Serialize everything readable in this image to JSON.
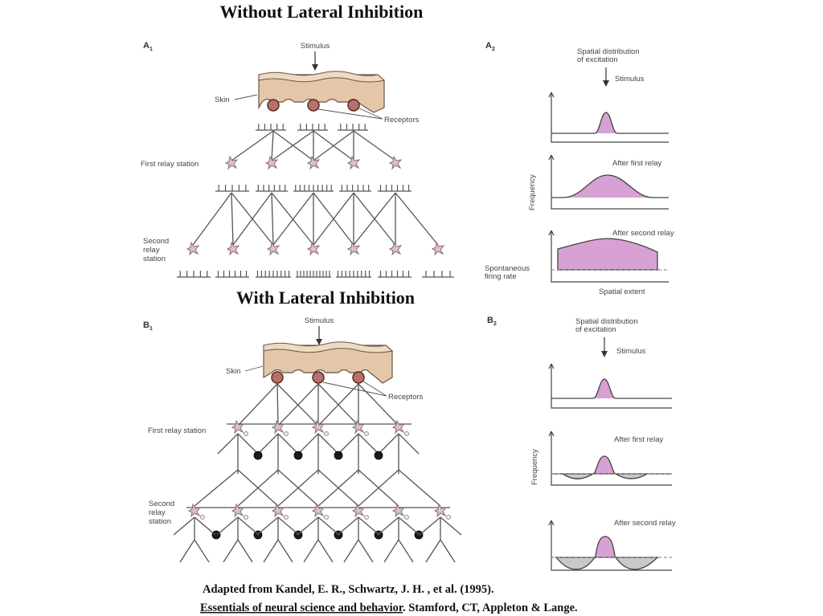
{
  "titles": {
    "without": "Without Lateral Inhibition",
    "with": "With Lateral Inhibition"
  },
  "panels": {
    "a1": {
      "letter": "A",
      "sub": "1"
    },
    "a2": {
      "letter": "A",
      "sub": "2"
    },
    "b1": {
      "letter": "B",
      "sub": "1"
    },
    "b2": {
      "letter": "B",
      "sub": "2"
    }
  },
  "labels": {
    "stimulus": "Stimulus",
    "skin": "Skin",
    "receptors": "Receptors",
    "first_relay_station": "First relay station",
    "second_relay_station_lines": [
      "Second",
      "relay",
      "station"
    ],
    "spatial_distribution_lines": [
      "Spatial distribution",
      "of excitation"
    ],
    "stimulus_arrow": "Stimulus",
    "frequency": "Frequency",
    "after_first_relay": "After first relay",
    "after_second_relay": "After second relay",
    "spontaneous_lines": [
      "Spontaneous",
      "firing rate"
    ],
    "spatial_extent": "Spatial extent"
  },
  "citation": {
    "line1": "Adapted from Kandel, E. R., Schwartz, J. H. , et al. (1995).",
    "line2_underlined": "Essentials of neural science and behavior",
    "line2_rest": ". Stamford, CT, Appleton & Lange."
  }
}
